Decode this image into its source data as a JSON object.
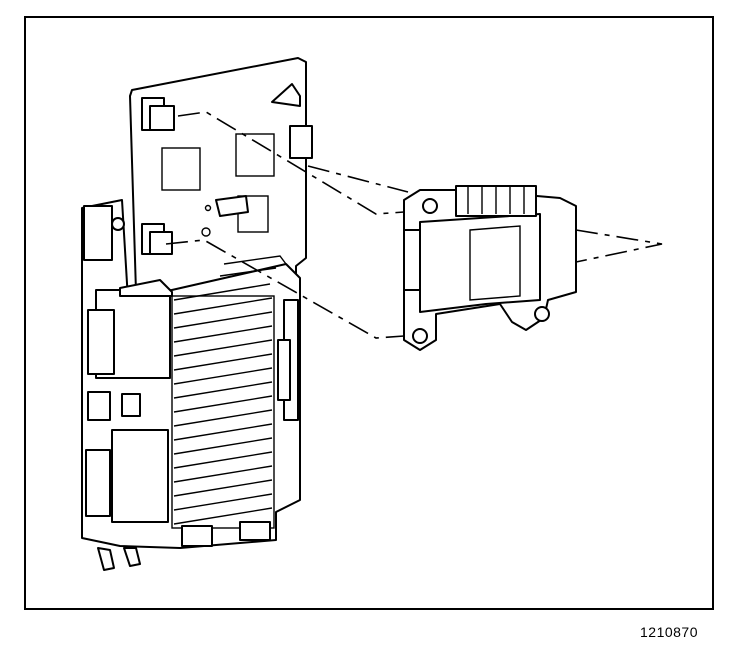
{
  "figure": {
    "id_label": "1210870",
    "components": [
      "module-bracket-assembly",
      "control-module",
      "inflatable-restraint-sensor-module"
    ]
  }
}
